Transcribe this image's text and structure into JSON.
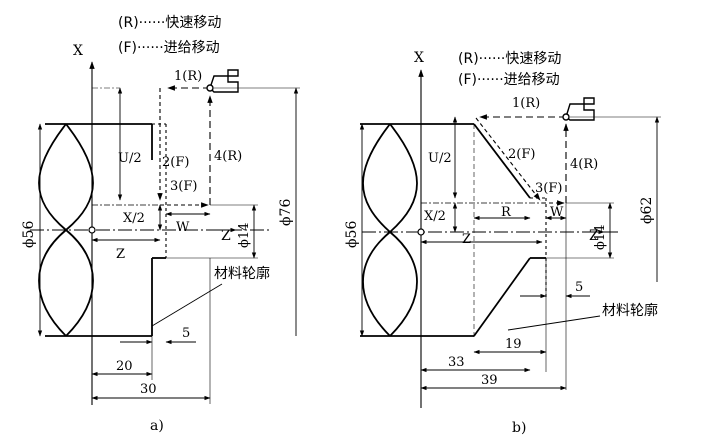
{
  "panels": [
    {
      "id": "a",
      "caption": "a)",
      "legend": [
        "(R)······快速移动",
        "(F)······进给移动"
      ],
      "axis_x": "X",
      "axis_z": "Z",
      "path_labels": [
        "1(R)",
        "2(F)",
        "3(F)",
        "4(R)"
      ],
      "labels": {
        "u_half": "U/2",
        "x_half": "X/2",
        "w": "W",
        "z": "Z"
      },
      "dims": {
        "d_outer": "ϕ56",
        "d_inner": "ϕ14",
        "d_start": "ϕ76",
        "five": "5",
        "twenty": "20",
        "thirty": "30"
      },
      "material_label": "材料轮廓"
    },
    {
      "id": "b",
      "caption": "b)",
      "legend": [
        "(R)······快速移动",
        "(F)······进给移动"
      ],
      "axis_x": "X",
      "axis_z": "Z",
      "path_labels": [
        "1(R)",
        "2(F)",
        "3(F)",
        "4(R)"
      ],
      "labels": {
        "u_half": "U/2",
        "x_half": "X/2",
        "r": "R",
        "w": "W",
        "z": "Z"
      },
      "dims": {
        "d_outer": "ϕ56",
        "d_inner": "ϕ14",
        "d_start": "ϕ62",
        "five": "5",
        "nineteen": "19",
        "thirtythree": "33",
        "thirtynine": "39"
      },
      "material_label": "材料轮廓"
    }
  ]
}
